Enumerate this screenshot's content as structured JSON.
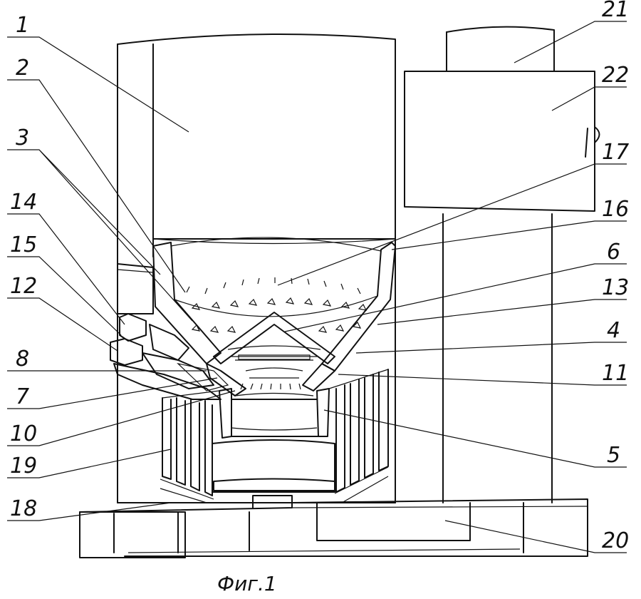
{
  "figure": {
    "caption": "Фиг.1",
    "labels": [
      "1",
      "2",
      "3",
      "14",
      "15",
      "12",
      "8",
      "7",
      "10",
      "19",
      "18",
      "21",
      "22",
      "17",
      "16",
      "6",
      "13",
      "4",
      "11",
      "5",
      "20"
    ]
  }
}
